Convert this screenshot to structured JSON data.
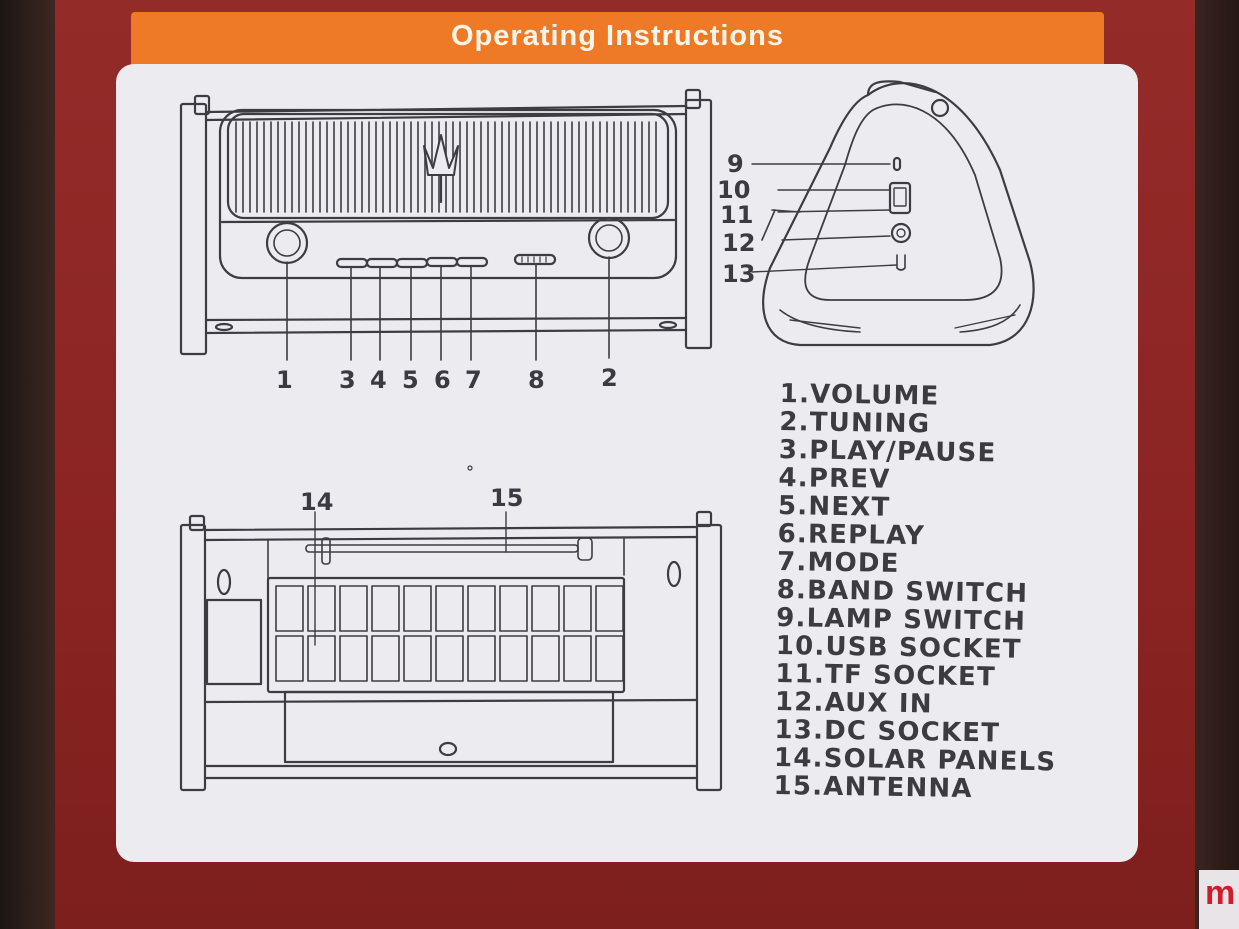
{
  "header": {
    "title": "Operating Instructions"
  },
  "callouts": {
    "front": [
      "1",
      "3",
      "4",
      "5",
      "6",
      "7",
      "8",
      "2"
    ],
    "side": [
      "9",
      "10",
      "11",
      "12",
      "13"
    ],
    "back": [
      "14",
      "15"
    ]
  },
  "legend": [
    "1.VOLUME",
    "2.TUNING",
    "3.PLAY/PAUSE",
    "4.PREV",
    "5.NEXT",
    "6.REPLAY",
    "7.MODE",
    "8.BAND SWITCH",
    "9.LAMP SWITCH",
    "10.USB SOCKET",
    "11.TF SOCKET",
    "12.AUX IN",
    "13.DC SOCKET",
    "14.SOLAR PANELS",
    "15.ANTENNA"
  ],
  "colors": {
    "box": "#8f2624",
    "header": "#ee7a27",
    "panel": "#ecebef",
    "ink": "#3a3a40"
  }
}
